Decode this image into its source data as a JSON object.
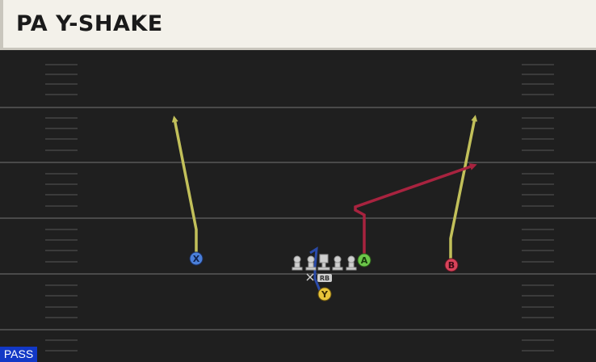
{
  "play": {
    "title": "PA Y-SHAKE",
    "play_type": "PASS"
  },
  "players": {
    "x_label": "X",
    "y_label": "Y",
    "a_label": "A",
    "b_label": "B",
    "rb_label": "RB"
  },
  "colors": {
    "field": "#1f1f1f",
    "route_yellow": "#c2c05a",
    "route_red": "#a8233f",
    "route_blue": "#2a4aa8",
    "player_x": "#4a7fd9",
    "player_y": "#e8c53a",
    "player_a": "#6cc74a",
    "player_b": "#d9435a",
    "pass_tag": "#1238c6"
  }
}
